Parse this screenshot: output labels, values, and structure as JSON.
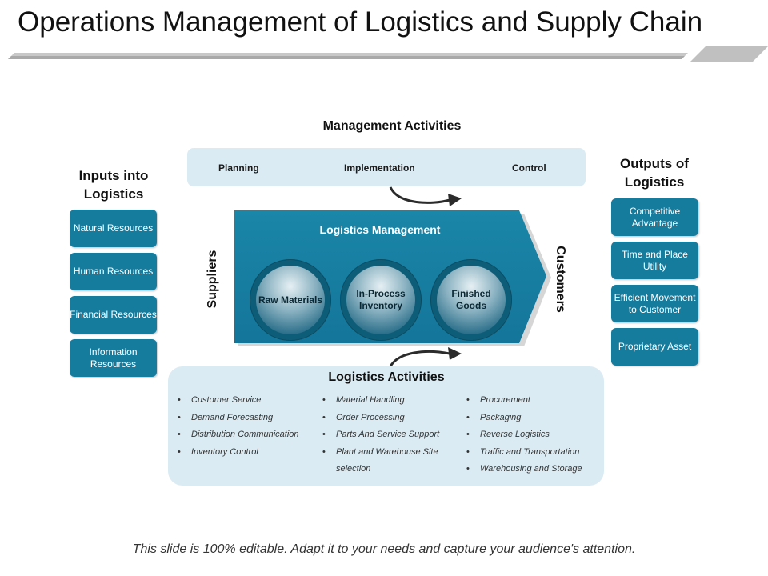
{
  "title": "Operations Management of Logistics and Supply Chain",
  "management": {
    "heading": "Management Activities",
    "items": [
      "Planning",
      "Implementation",
      "Control"
    ]
  },
  "inputs": {
    "heading": "Inputs into Logistics",
    "items": [
      "Natural Resources",
      "Human Resources",
      "Financial Resources",
      "Information Resources"
    ]
  },
  "outputs": {
    "heading": "Outputs of Logistics",
    "items": [
      "Competitive Advantage",
      "Time and Place Utility",
      "Efficient Movement to Customer",
      "Proprietary Asset"
    ]
  },
  "logistics_management": {
    "title": "Logistics Management",
    "circles": [
      "Raw Materials",
      "In-Process Inventory",
      "Finished Goods"
    ],
    "left_label": "Suppliers",
    "right_label": "Customers"
  },
  "activities": {
    "heading": "Logistics Activities",
    "columns": [
      [
        "Customer Service",
        "Demand Forecasting",
        "Distribution Communication",
        "Inventory Control"
      ],
      [
        "Material Handling",
        "Order Processing",
        "Parts And Service Support",
        "Plant and Warehouse Site selection"
      ],
      [
        "Procurement",
        "Packaging",
        "Reverse Logistics",
        "Traffic and Transportation",
        "Warehousing and Storage"
      ]
    ]
  },
  "footer": "This slide is 100% editable. Adapt it to your needs and capture your audience's attention.",
  "colors": {
    "teal": "#167c9e",
    "light_blue": "#daebf3",
    "dark_teal": "#0e5d78"
  }
}
